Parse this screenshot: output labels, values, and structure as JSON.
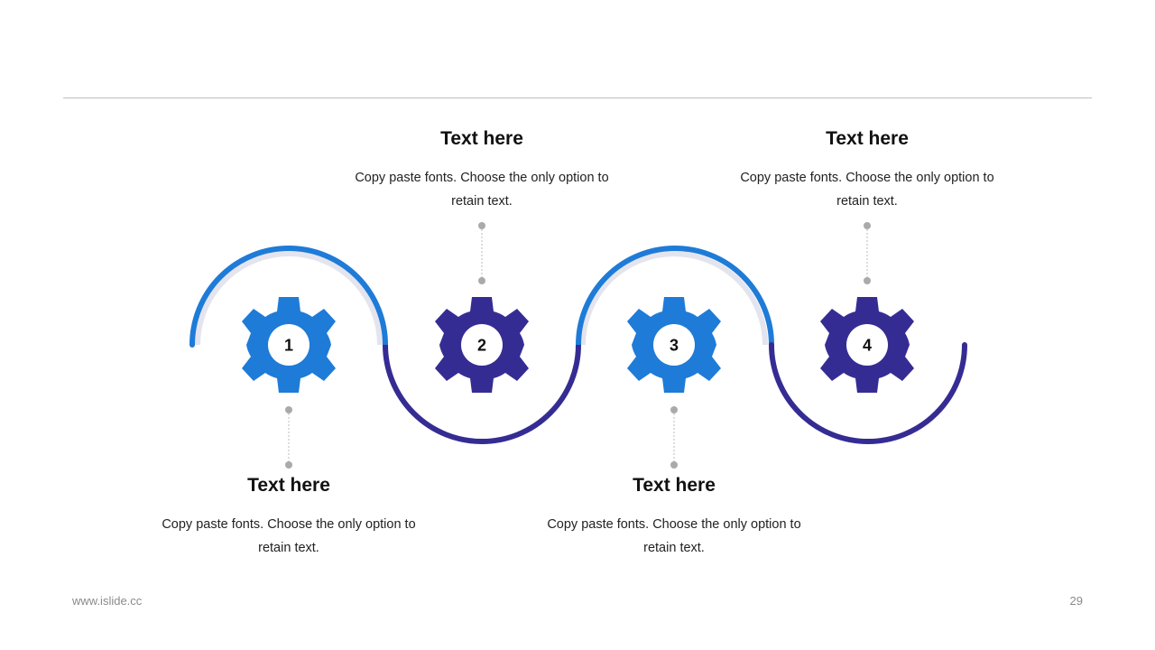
{
  "colors": {
    "blue": "#1E7BD8",
    "purple": "#352C93",
    "connector": "#aaaaaa"
  },
  "steps": [
    {
      "number": "1",
      "title": "Text here",
      "description": "Copy paste fonts. Choose the only option to retain text."
    },
    {
      "number": "2",
      "title": "Text here",
      "description": "Copy paste fonts. Choose the only option to retain text."
    },
    {
      "number": "3",
      "title": "Text here",
      "description": "Copy paste fonts. Choose the only option to retain text."
    },
    {
      "number": "4",
      "title": "Text here",
      "description": "Copy paste fonts. Choose the only option to retain text."
    }
  ],
  "footer": {
    "url": "www.islide.cc",
    "page": "29"
  }
}
